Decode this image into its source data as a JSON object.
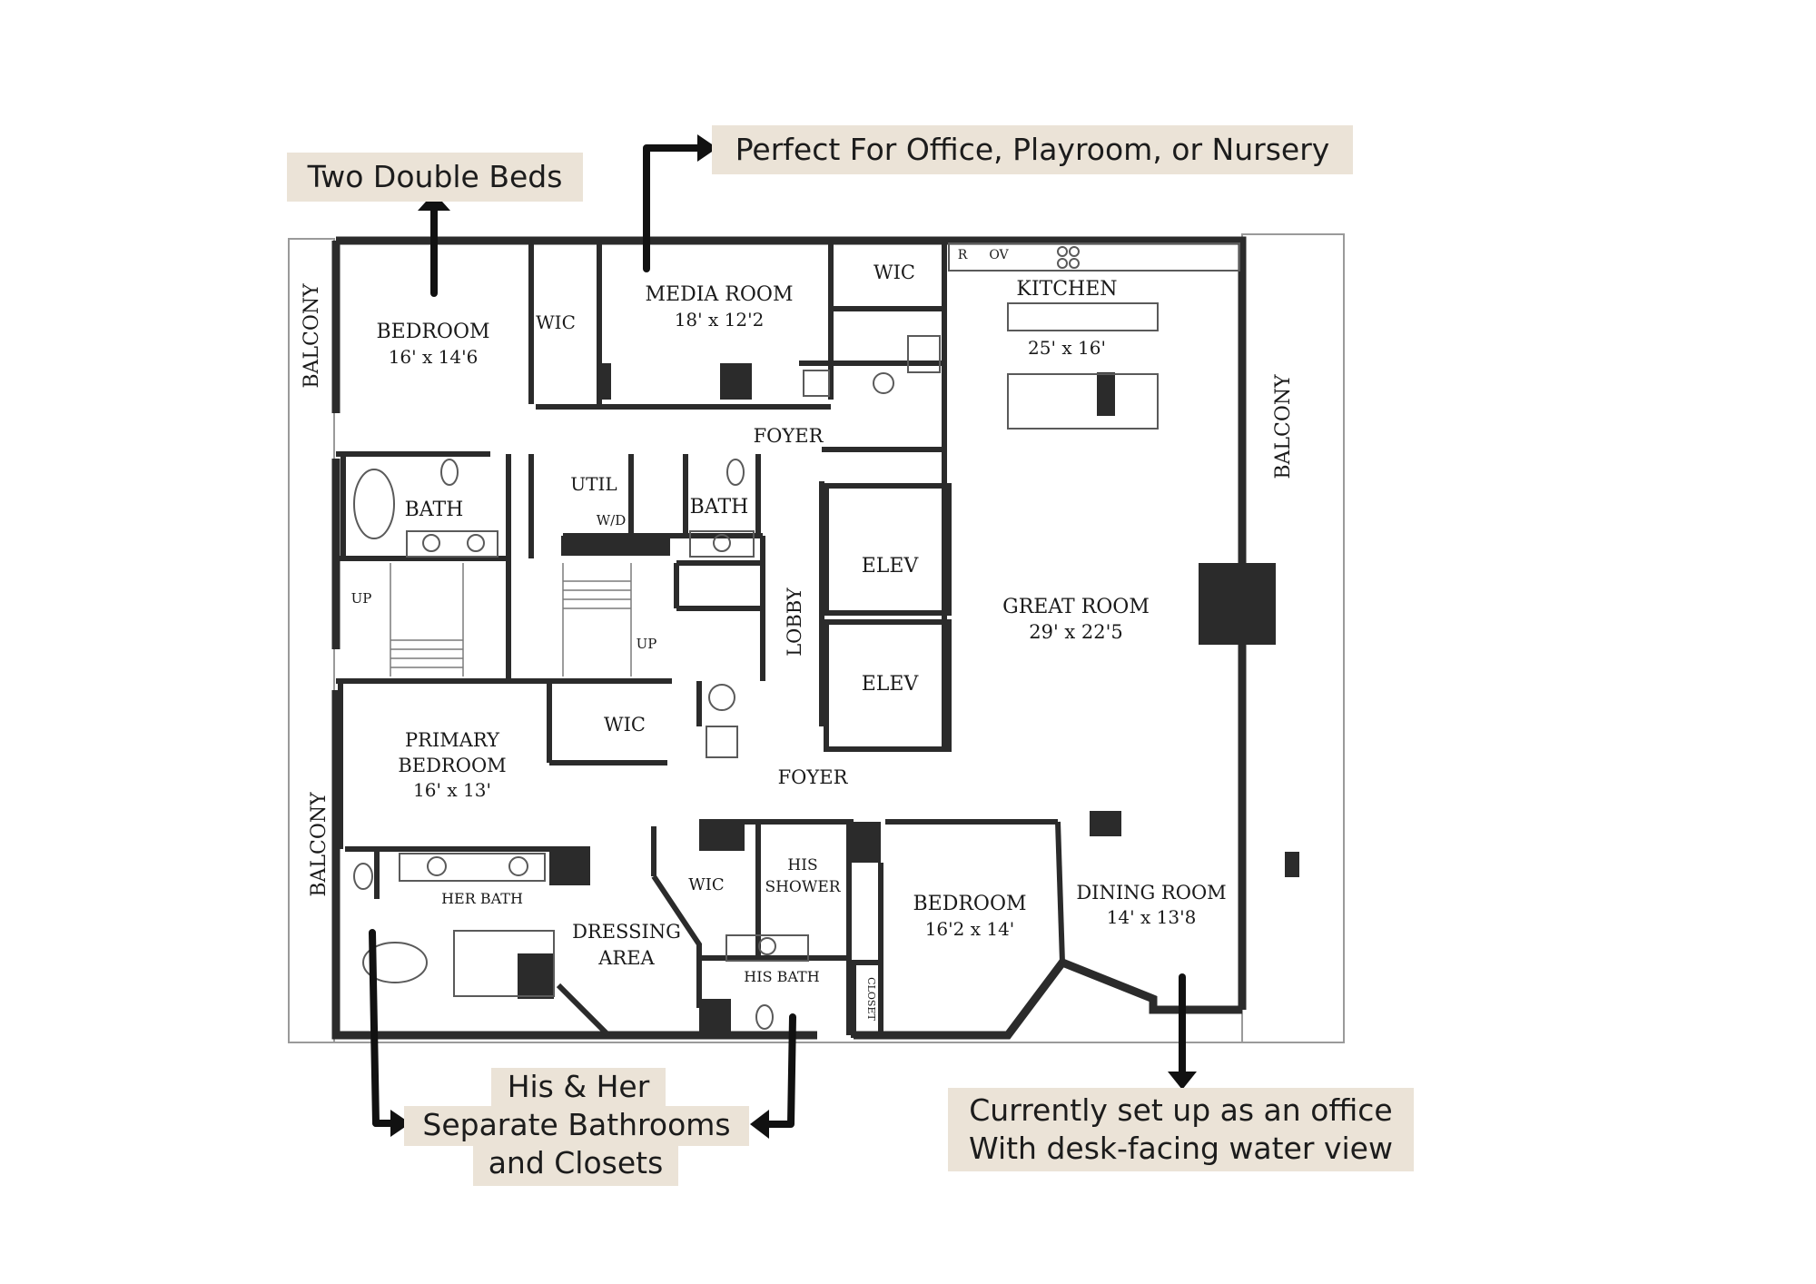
{
  "callouts": {
    "two_double_beds": "Two Double Beds",
    "office_playroom": "Perfect For Office,  Playroom, or Nursery",
    "his_her_line1": "His & Her",
    "his_her_line2": "Separate Bathrooms",
    "his_her_line3": "and Closets",
    "office_line1": "Currently set up as an office",
    "office_line2": "With desk-facing water view"
  },
  "rooms": {
    "balcony_left_top": "BALCONY",
    "balcony_left_bottom": "BALCONY",
    "balcony_right": "BALCONY",
    "bedroom_nw": "BEDROOM",
    "bedroom_nw_dim": "16' x 14'6",
    "wic_nw": "WIC",
    "media_room": "MEDIA ROOM",
    "media_room_dim": "18' x 12'2",
    "wic_media": "WIC",
    "range": "R",
    "oven": "OV",
    "kitchen": "KITCHEN",
    "kitchen_dim": "25' x 16'",
    "foyer_top": "FOYER",
    "bath_left": "BATH",
    "util": "UTIL",
    "wd": "W/D",
    "bath_right": "BATH",
    "stair_up_left": "UP",
    "stair_up_right": "UP",
    "lobby": "LOBBY",
    "elev_top": "ELEV",
    "elev_bottom": "ELEV",
    "great_room": "GREAT ROOM",
    "great_room_dim": "29' x 22'5",
    "primary_bedroom_line1": "PRIMARY",
    "primary_bedroom_line2": "BEDROOM",
    "primary_bedroom_dim": "16' x 13'",
    "wic_primary": "WIC",
    "foyer_bottom": "FOYER",
    "her_bath": "HER BATH",
    "wic_dressing": "WIC",
    "his_shower_line1": "HIS",
    "his_shower_line2": "SHOWER",
    "dressing_line1": "DRESSING",
    "dressing_line2": "AREA",
    "his_bath": "HIS BATH",
    "closet": "CLOSET",
    "bedroom_se": "BEDROOM",
    "bedroom_se_dim": "16'2 x 14'",
    "dining_room": "DINING ROOM",
    "dining_room_dim": "14' x 13'8"
  }
}
